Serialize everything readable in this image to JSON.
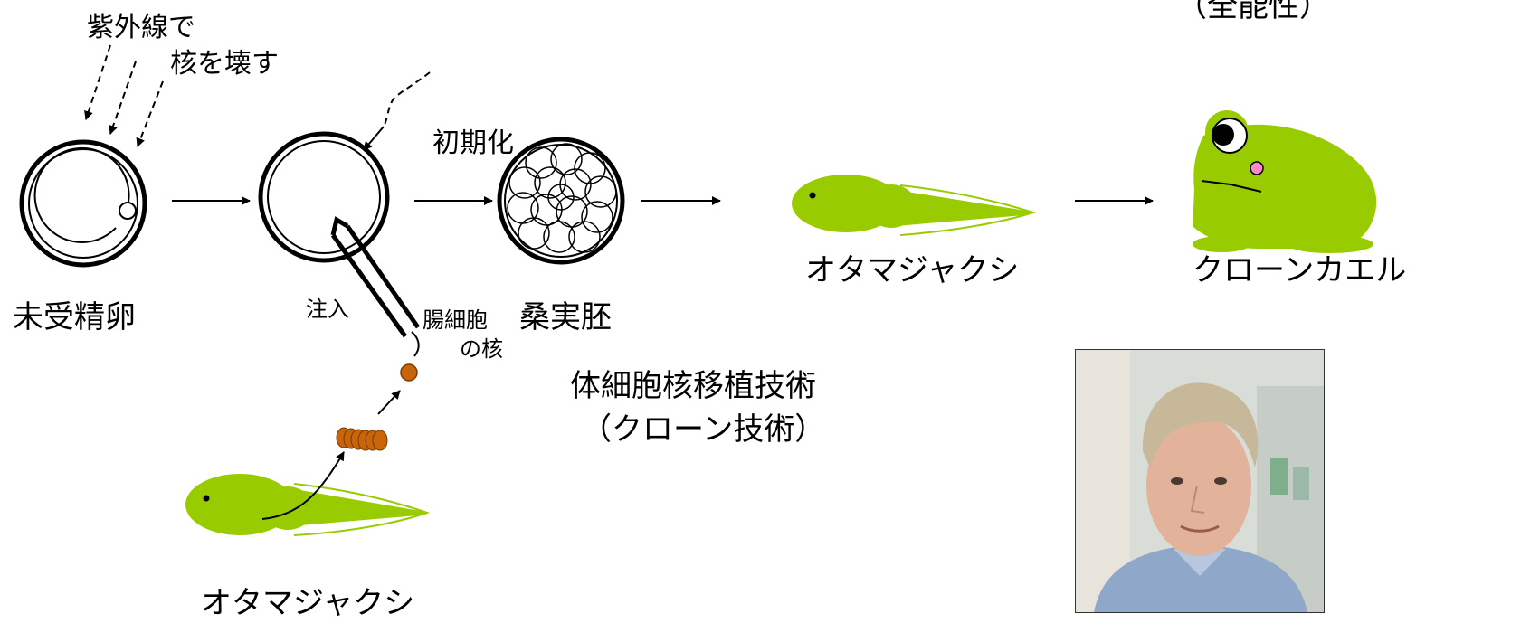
{
  "labels": {
    "uv_line1": "紫外線で",
    "uv_line2": "核を壊す",
    "totipotency": "（全能性）",
    "reprogramming": "初期化",
    "unfertilized_egg": "未受精卵",
    "injection": "注入",
    "intestinal_nucleus_line1": "腸細胞",
    "intestinal_nucleus_line2": "の核",
    "morula": "桑実胚",
    "tadpole_result": "オタマジャクシ",
    "clone_frog": "クローンカエル",
    "tadpole_donor": "オタマジャクシ",
    "technique_line1": "体細胞核移植技術",
    "technique_line2": "（クローン技術）"
  },
  "colors": {
    "frog_green": "#99cc00",
    "nucleus_orange": "#c8640a",
    "frog_cheek": "#ff88cc",
    "photo_frame": "#333333"
  },
  "icons": {
    "portrait": "portrait-photo"
  }
}
